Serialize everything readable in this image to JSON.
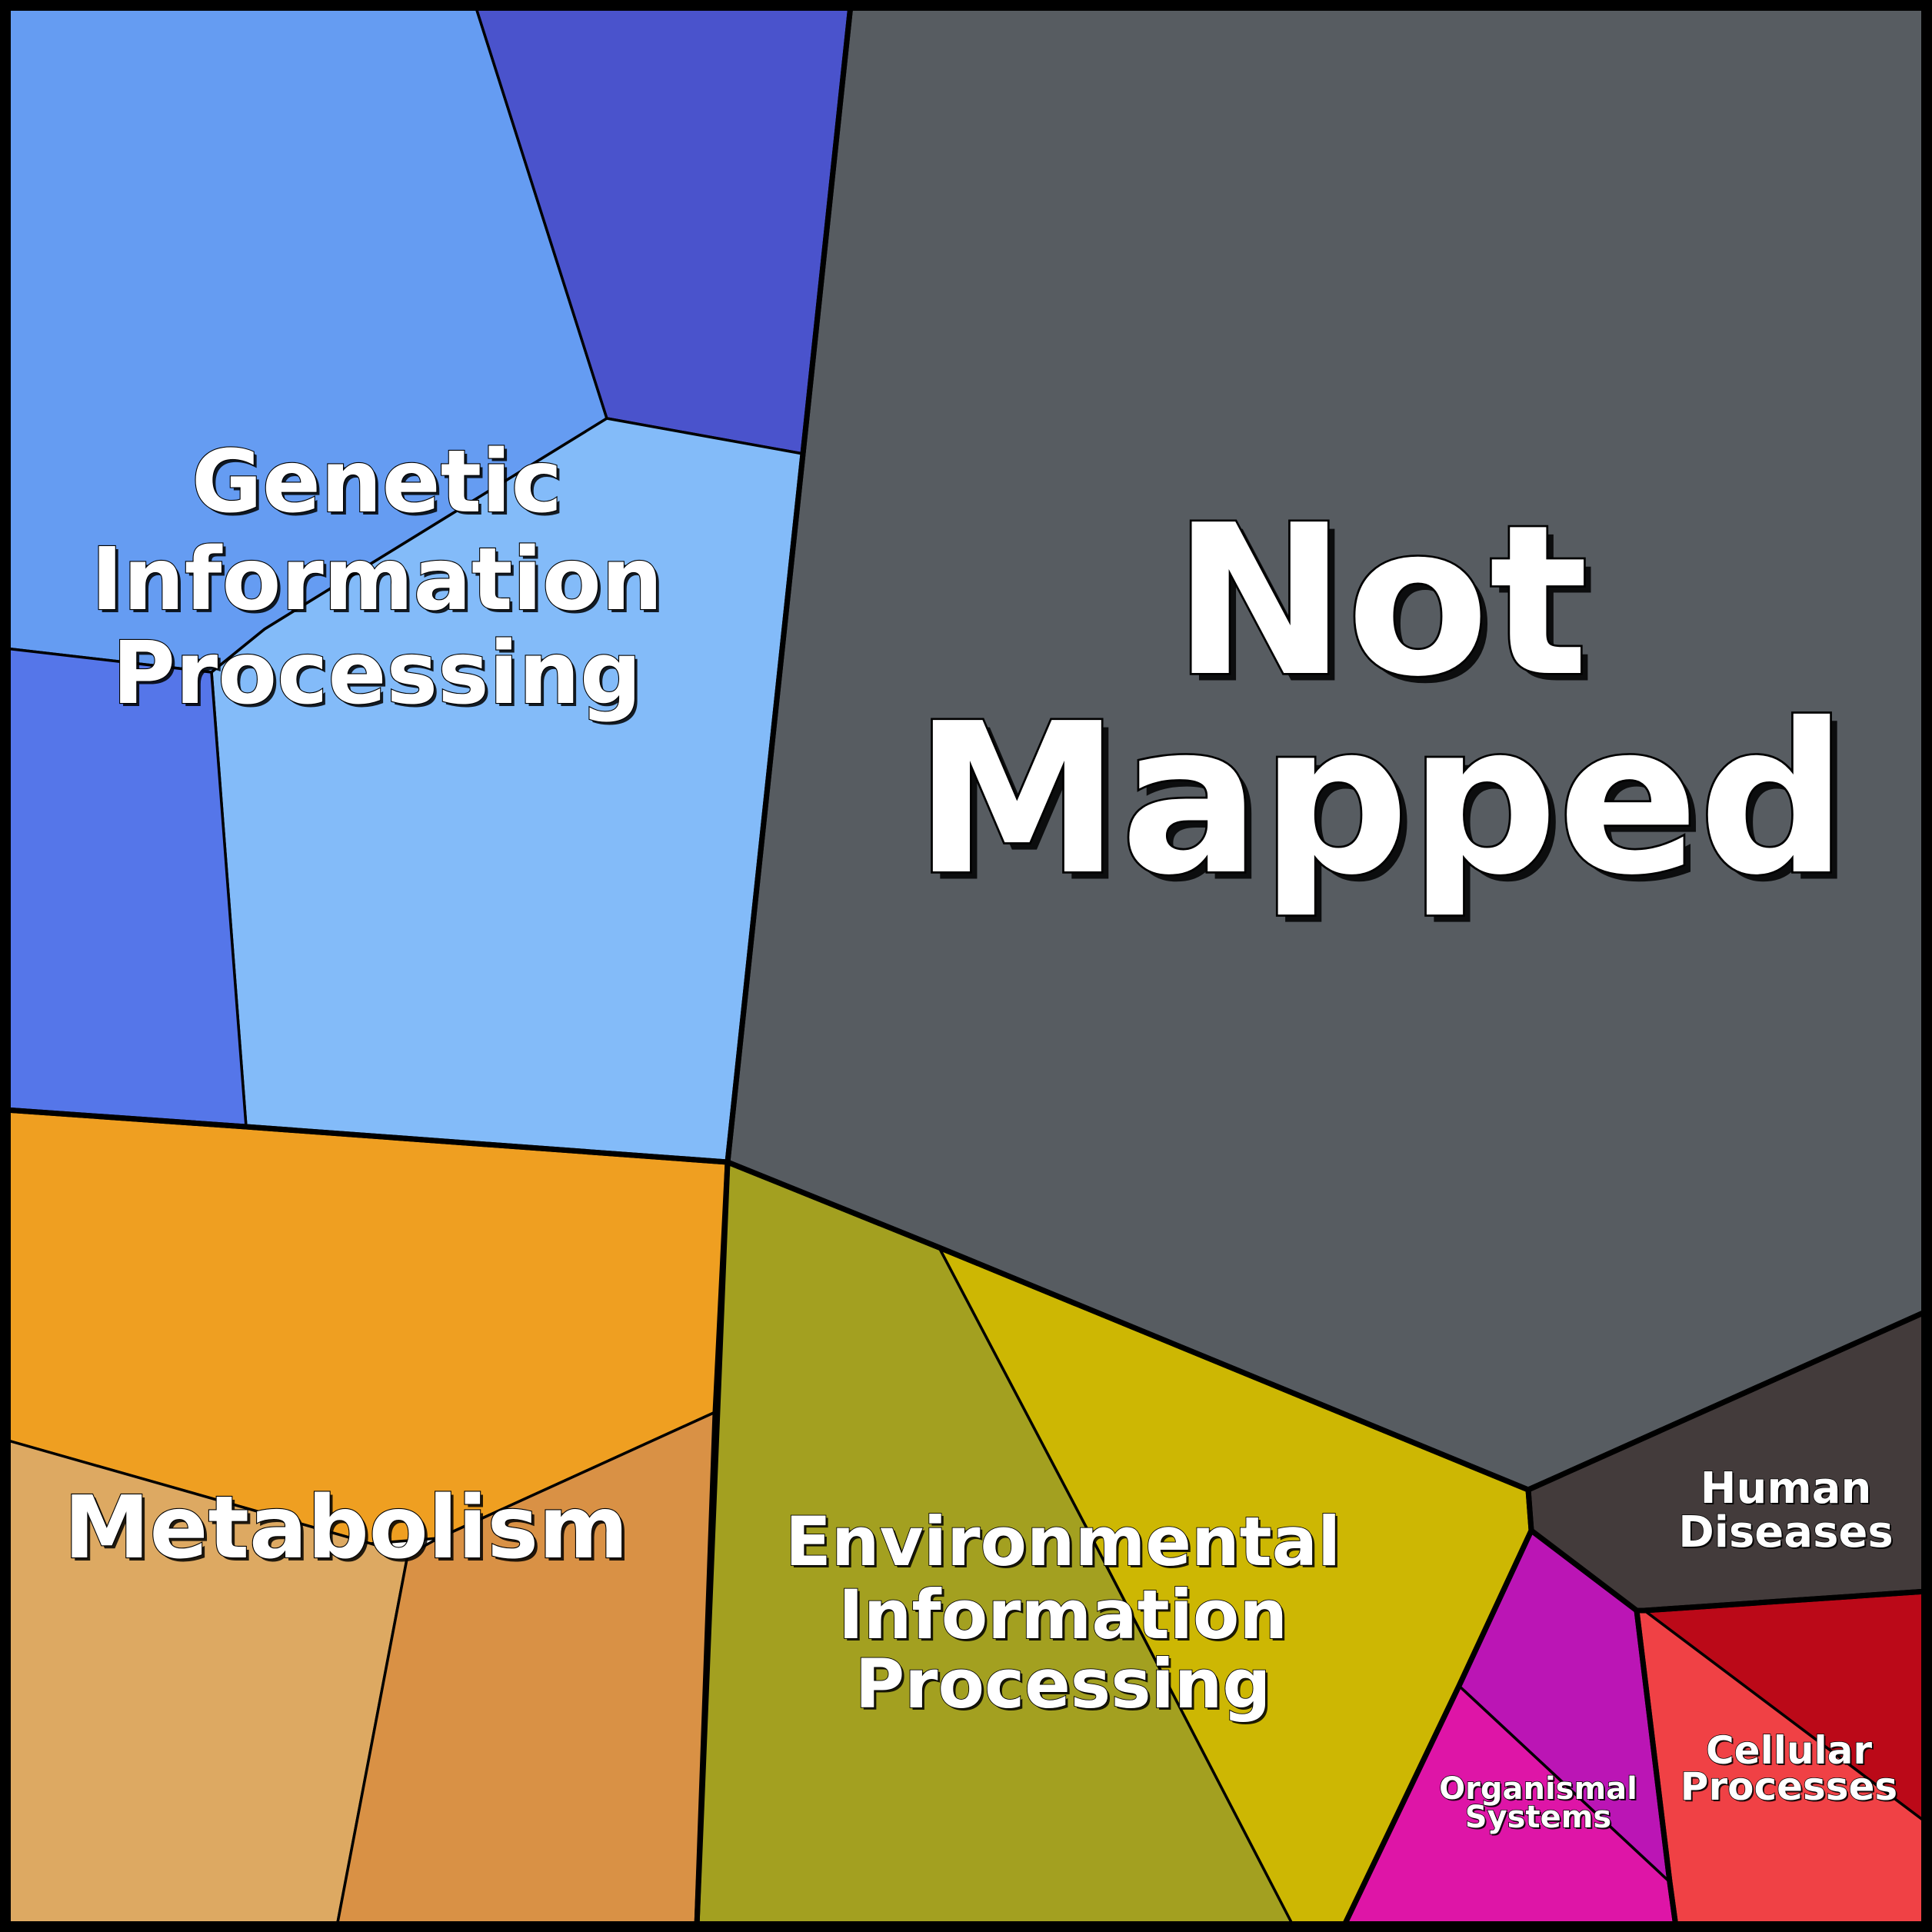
{
  "categories": [
    {
      "key": "genetic",
      "lines": [
        "Genetic",
        "Information",
        "Processing"
      ],
      "cells": [
        {
          "name": "genetic-cell-1",
          "color": "#659cf2"
        },
        {
          "name": "genetic-cell-2",
          "color": "#4a53cc"
        },
        {
          "name": "genetic-cell-3",
          "color": "#83bbf9"
        },
        {
          "name": "genetic-cell-4",
          "color": "#5576e9"
        }
      ]
    },
    {
      "key": "not-mapped",
      "lines": [
        "Not",
        "Mapped"
      ],
      "cells": [
        {
          "name": "not-mapped-cell-1",
          "color": "#575c61"
        }
      ]
    },
    {
      "key": "metabolism",
      "lines": [
        "Metabolism"
      ],
      "cells": [
        {
          "name": "metabolism-cell-1",
          "color": "#ef9f21"
        },
        {
          "name": "metabolism-cell-2",
          "color": "#dda962"
        },
        {
          "name": "metabolism-cell-3",
          "color": "#d99145"
        }
      ]
    },
    {
      "key": "environmental",
      "lines": [
        "Environmental",
        "Information",
        "Processing"
      ],
      "cells": [
        {
          "name": "environmental-cell-1",
          "color": "#a3a020"
        },
        {
          "name": "environmental-cell-2",
          "color": "#cdb703"
        }
      ]
    },
    {
      "key": "human-diseases",
      "lines": [
        "Human",
        "Diseases"
      ],
      "cells": [
        {
          "name": "human-diseases-cell-1",
          "color": "#433b3b"
        }
      ]
    },
    {
      "key": "organismal",
      "lines": [
        "Organismal",
        "Systems"
      ],
      "cells": [
        {
          "name": "organismal-cell-1",
          "color": "#bb15b5"
        },
        {
          "name": "organismal-cell-2",
          "color": "#de15a7"
        }
      ]
    },
    {
      "key": "cellular",
      "lines": [
        "Cellular",
        "Processes"
      ],
      "cells": [
        {
          "name": "cellular-cell-1",
          "color": "#bb0918"
        },
        {
          "name": "cellular-cell-2",
          "color": "#f04145"
        }
      ]
    }
  ]
}
